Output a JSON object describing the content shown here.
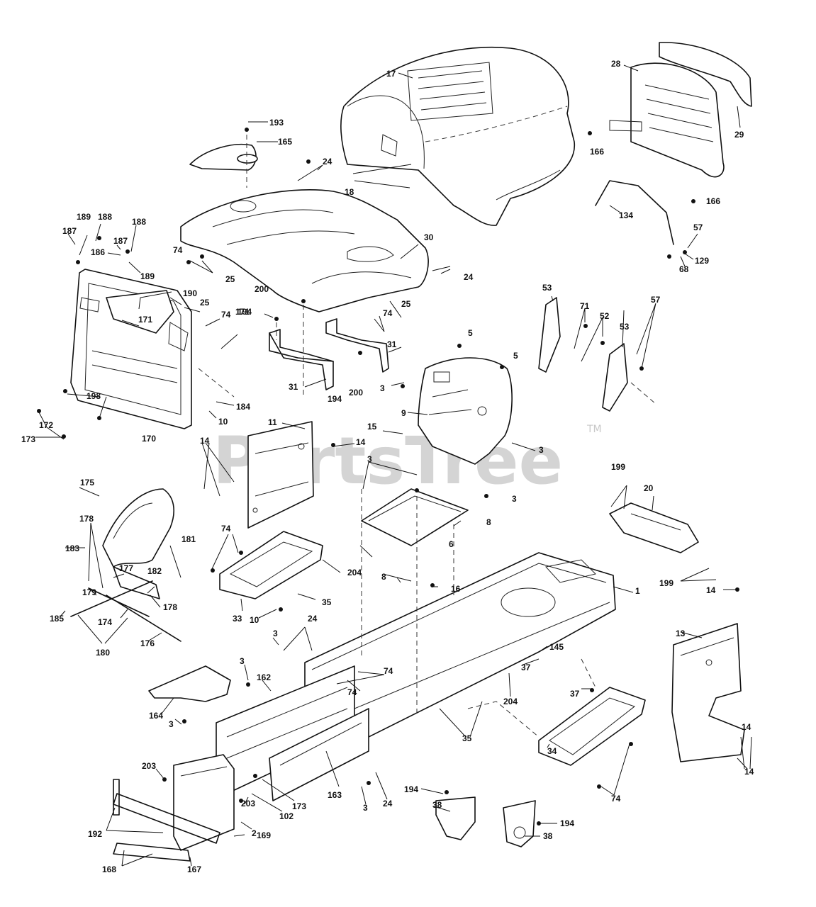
{
  "watermark": {
    "text": "PartsTree",
    "trademark": "TM"
  },
  "callouts": {
    "c1": "1",
    "c2": "2",
    "c3": "3",
    "c5": "5",
    "c6": "6",
    "c8": "8",
    "c9": "9",
    "c10": "10",
    "c11": "11",
    "c13": "13",
    "c14": "14",
    "c15": "15",
    "c16": "16",
    "c17": "17",
    "c18": "18",
    "c20": "20",
    "c24": "24",
    "c25": "25",
    "c28": "28",
    "c29": "29",
    "c30": "30",
    "c31": "31",
    "c33": "33",
    "c34": "34",
    "c35": "35",
    "c37": "37",
    "c38": "38",
    "c52": "52",
    "c53": "53",
    "c57": "57",
    "c68": "68",
    "c71": "71",
    "c74": "74",
    "c102": "102",
    "c129": "129",
    "c134": "134",
    "c145": "145",
    "c162": "162",
    "c163": "163",
    "c164": "164",
    "c165": "165",
    "c166": "166",
    "c167": "167",
    "c168": "168",
    "c169": "169",
    "c170": "170",
    "c171": "171",
    "c172": "172",
    "c173": "173",
    "c174": "174",
    "c175": "175",
    "c176": "176",
    "c177": "177",
    "c178": "178",
    "c179": "179",
    "c180": "180",
    "c181": "181",
    "c182": "182",
    "c183": "183",
    "c184": "184",
    "c185": "185",
    "c186": "186",
    "c187": "187",
    "c188": "188",
    "c189": "189",
    "c190": "190",
    "c192": "192",
    "c193": "193",
    "c194": "194",
    "c198": "198",
    "c199": "199",
    "c200": "200",
    "c203": "203",
    "c204": "204"
  }
}
